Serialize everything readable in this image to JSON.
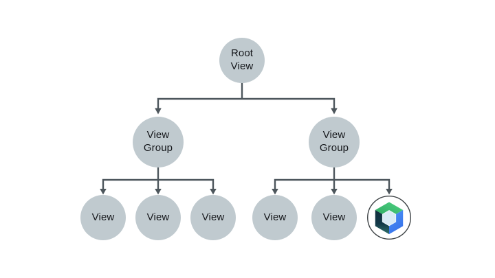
{
  "diagram": {
    "name": "android-view-hierarchy-tree",
    "root": {
      "label": "Root\nView"
    },
    "group_left": {
      "label": "View\nGroup"
    },
    "group_right": {
      "label": "View\nGroup"
    },
    "leaves_left": [
      "View",
      "View",
      "View"
    ],
    "leaves_right": [
      "View",
      "View"
    ],
    "compose_leaf": {
      "icon": "jetpack-compose-logo"
    }
  },
  "colors": {
    "background": "#ffffff",
    "node_fill": "#c0cacf",
    "node_text": "#14161a",
    "connector": "#4d565c",
    "logo_ring": "#3b4043",
    "logo_green_dark": "#2da862",
    "logo_green_light": "#4ed181",
    "logo_blue_light": "#4a8ef5",
    "logo_blue_dark": "#3571ea",
    "logo_navy": "#0f2e3d",
    "logo_teal": "#2f706b",
    "logo_center_hex": "#d9eaf6"
  }
}
